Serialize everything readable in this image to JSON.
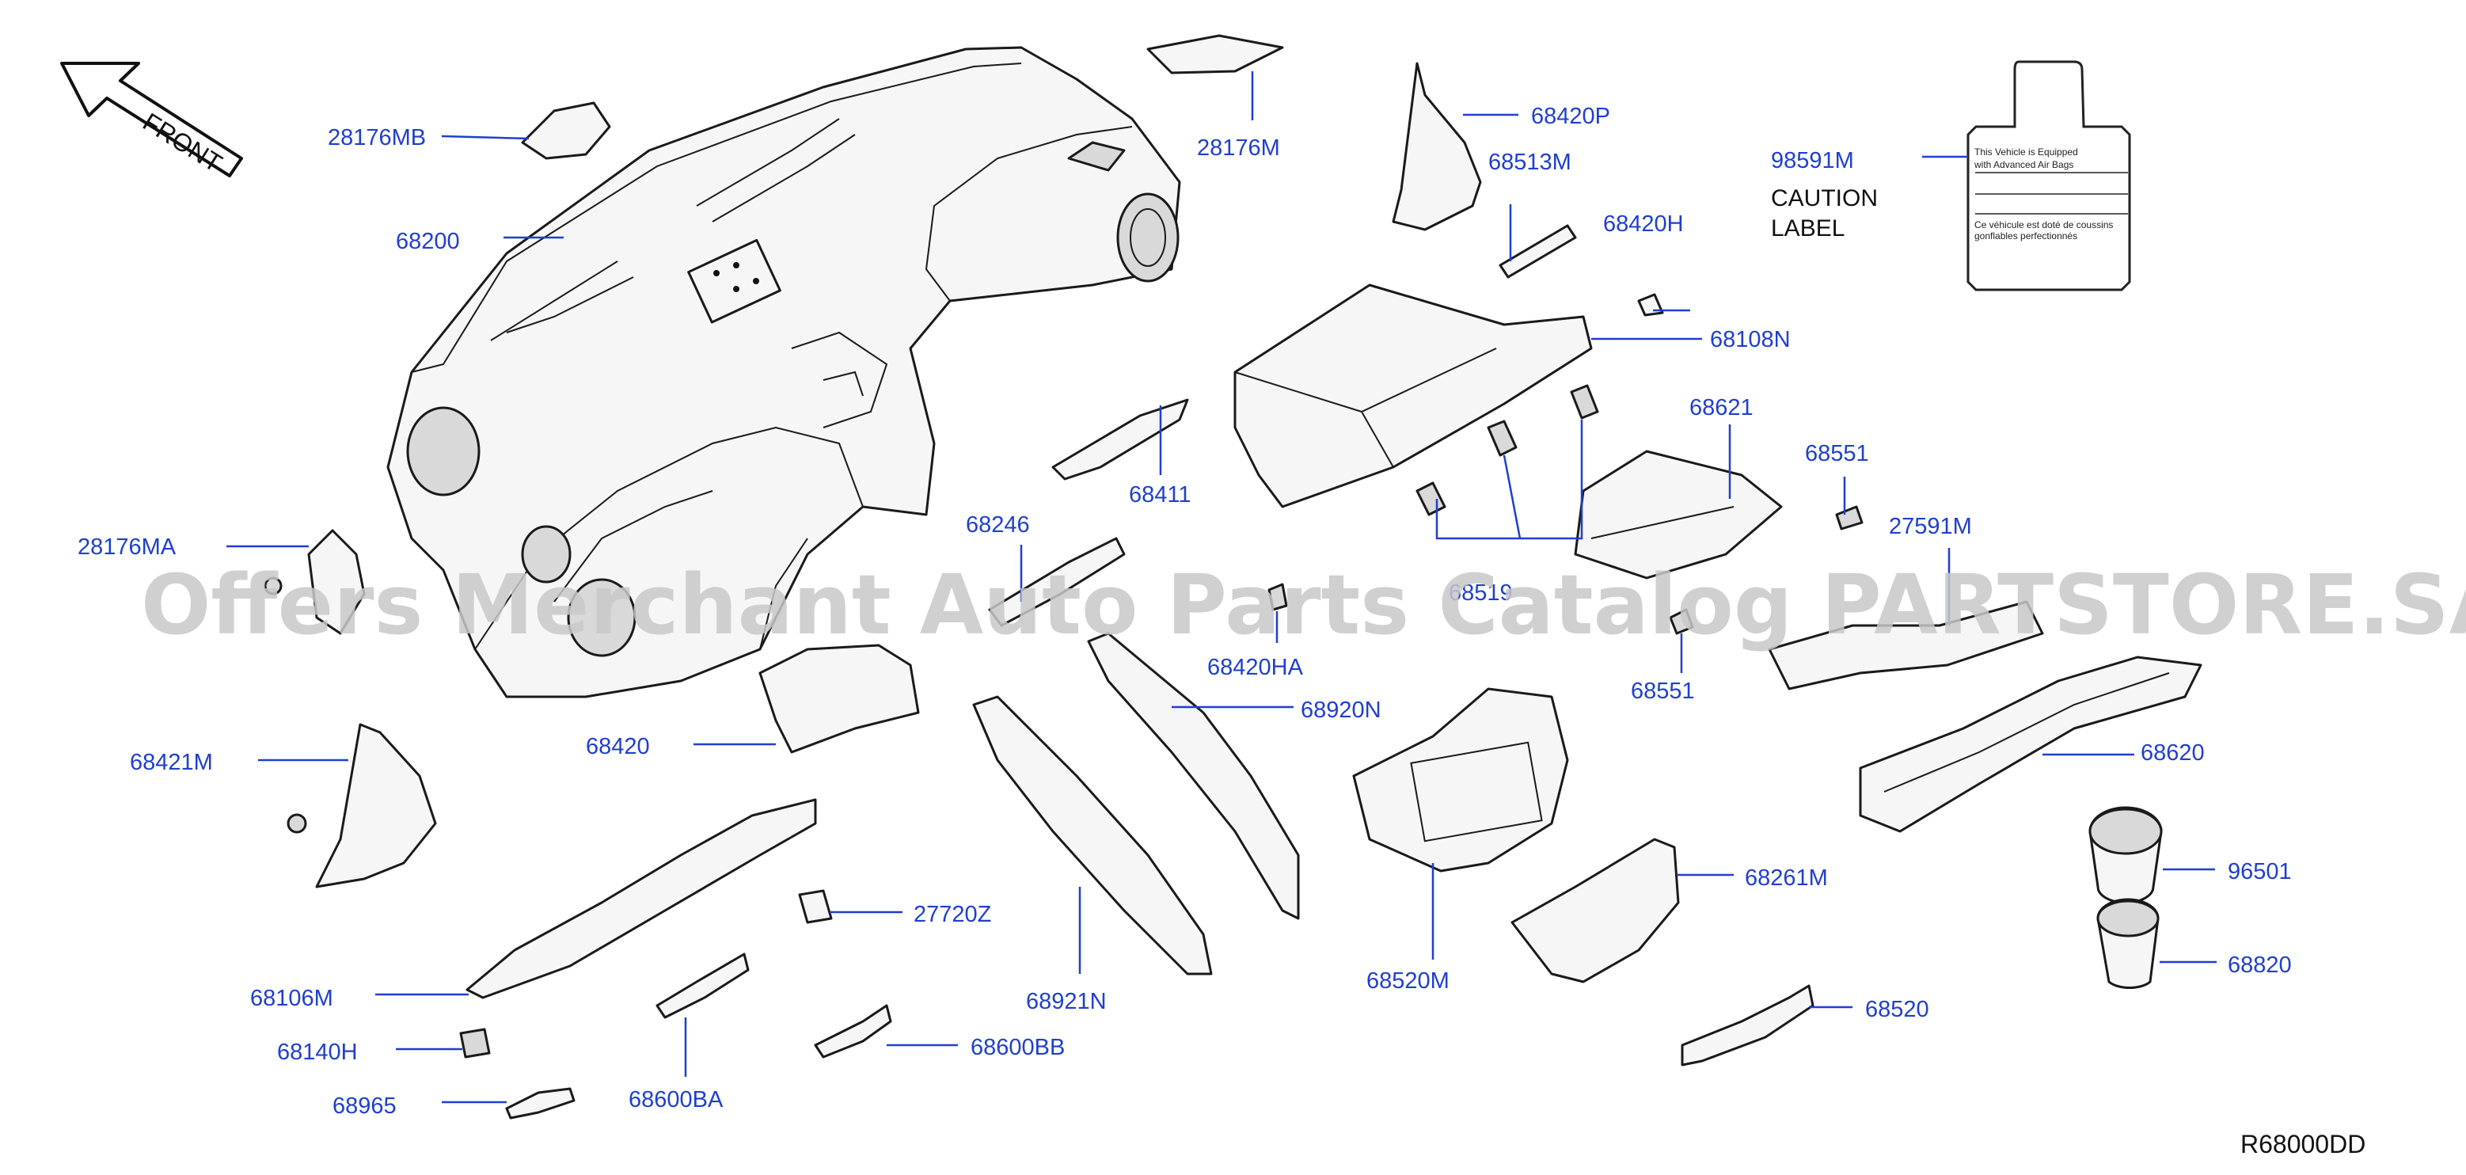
{
  "front_label": "FRONT",
  "diagram_code": "R68000DD",
  "watermark": "Offers Merchant Auto Parts Catalog PARTSTORE.SA",
  "caution_label": {
    "line1": "CAUTION",
    "line2": "LABEL",
    "text_en_1": "This Vehicle is Equipped",
    "text_en_2": "with Advanced Air Bags",
    "text_fr_1": "Ce véhicule est doté de coussins",
    "text_fr_2": "gonflables perfectionnés"
  },
  "colors": {
    "label": "#1f3fcf",
    "line": "#1a1a1a",
    "watermark": "#c8c8c8"
  },
  "parts": {
    "p28176MB": "28176MB",
    "p68200": "68200",
    "p28176M": "28176M",
    "p68420P": "68420P",
    "p68513M": "68513M",
    "p68420H": "68420H",
    "p98591M": "98591M",
    "p68108N": "68108N",
    "p68621": "68621",
    "p68551a": "68551",
    "p27591M": "27591M",
    "p28176MA": "28176MA",
    "p68411": "68411",
    "p68246": "68246",
    "p68519": "68519",
    "p68420HA": "68420HA",
    "p68551b": "68551",
    "p68920N": "68920N",
    "p68620": "68620",
    "p68421M": "68421M",
    "p68420": "68420",
    "p96501": "96501",
    "p68261M": "68261M",
    "p27720Z": "27720Z",
    "p68106M": "68106M",
    "p68921N": "68921N",
    "p68520M": "68520M",
    "p68820": "68820",
    "p68520": "68520",
    "p68140H": "68140H",
    "p68600BB": "68600BB",
    "p68965": "68965",
    "p68600BA": "68600BA"
  }
}
